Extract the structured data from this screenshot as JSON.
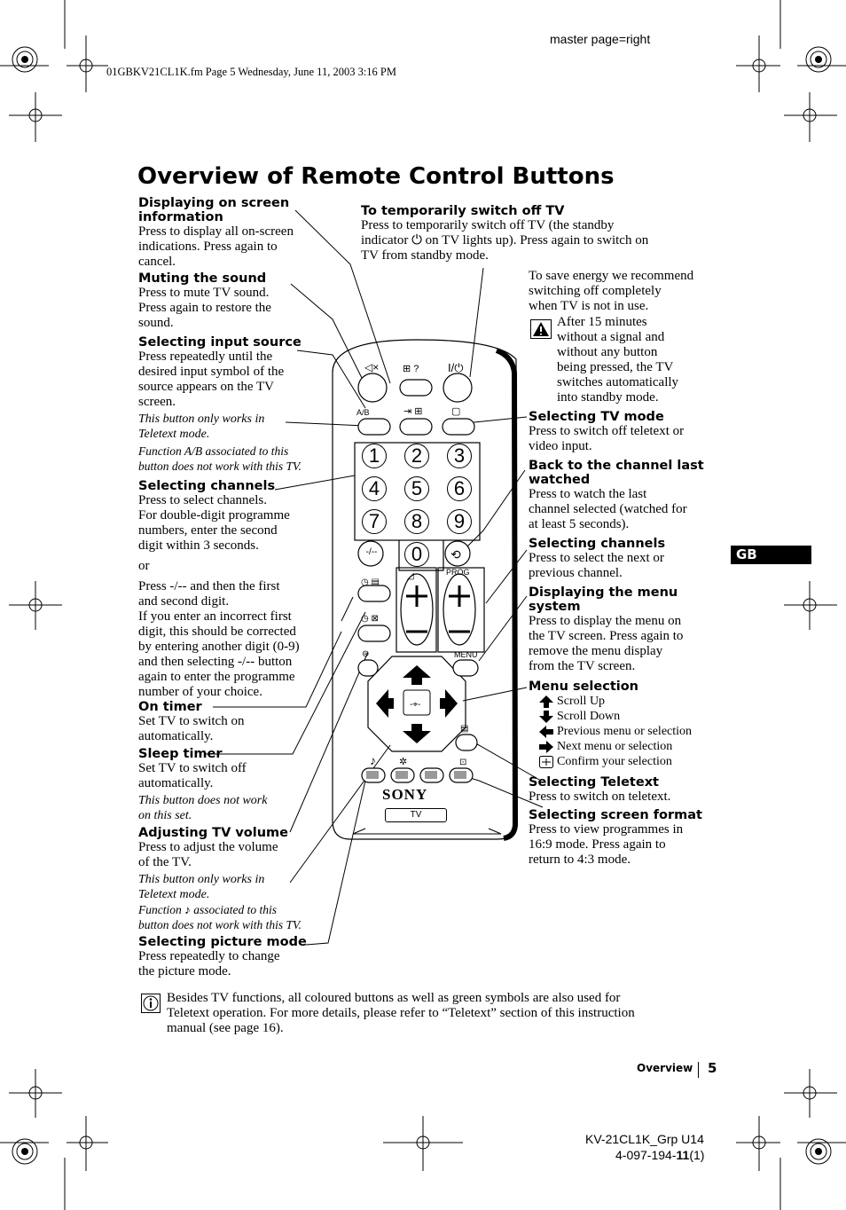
{
  "header": {
    "master_page": "master page=right",
    "file_info": "01GBKV21CL1K.fm  Page 5  Wednesday, June 11, 2003  3:16 PM"
  },
  "title": "Overview of Remote Control Buttons",
  "left_blocks": {
    "display_info": {
      "heading": [
        "Displaying on screen",
        "information"
      ],
      "body": [
        "Press to display all on-screen",
        "indications. Press again to",
        "cancel."
      ]
    },
    "mute": {
      "heading": [
        "Muting the sound"
      ],
      "body": [
        "Press to mute TV sound.",
        "Press again to restore the",
        "sound."
      ]
    },
    "input": {
      "heading": [
        "Selecting input source"
      ],
      "body": [
        "Press repeatedly until the",
        "desired input symbol of the",
        "source appears on the TV",
        "screen."
      ],
      "note1": [
        "This button only works in",
        "Teletext mode."
      ],
      "note2": [
        "Function A/B associated to this",
        "button does not work with this TV."
      ]
    },
    "channels": {
      "heading": [
        "Selecting channels"
      ],
      "body": [
        "Press to select channels.",
        "For double-digit programme",
        "numbers, enter the second",
        "digit within 3 seconds."
      ],
      "or": "or",
      "body2": [
        "Press -/-- and then the first",
        "and second digit.",
        "If you enter an incorrect first",
        "digit, this should be corrected",
        "by entering another digit (0-9)",
        "and then selecting -/-- button",
        "again to enter the programme",
        "number of your choice."
      ]
    },
    "on_timer": {
      "heading": [
        "On timer"
      ],
      "body": [
        "Set TV to switch on",
        "automatically."
      ]
    },
    "sleep_timer": {
      "heading": [
        "Sleep timer"
      ],
      "body": [
        "Set TV to switch off",
        "automatically."
      ],
      "note": [
        "This button does not work",
        "on this set."
      ]
    },
    "volume": {
      "heading": [
        "Adjusting TV volume"
      ],
      "body": [
        "Press to adjust the volume",
        "of the TV."
      ],
      "note1": [
        "This button only works in",
        "Teletext mode."
      ],
      "note2": [
        "Function ♪ associated to this",
        "button does not work with this TV."
      ]
    },
    "picture": {
      "heading": [
        "Selecting picture mode"
      ],
      "body": [
        "Press repeatedly to change",
        "the picture mode."
      ]
    }
  },
  "right_blocks": {
    "standby": {
      "heading": [
        "To temporarily switch off TV"
      ],
      "body": [
        "Press to temporarily switch off TV (the standby",
        "indicator ⏻ on TV lights up). Press again to switch on",
        "TV from standby mode."
      ]
    },
    "energy": {
      "body": [
        "To save energy we recommend",
        "switching off completely",
        "when TV is not in use."
      ],
      "warning": [
        "After 15 minutes",
        "without a signal and",
        "without any button",
        "being pressed, the TV",
        "switches automatically",
        "into standby mode."
      ]
    },
    "tv_mode": {
      "heading": [
        "Selecting TV mode"
      ],
      "body": [
        "Press to switch off teletext or",
        "video input."
      ]
    },
    "last_channel": {
      "heading": [
        "Back to the channel last",
        "watched"
      ],
      "body": [
        "Press to watch the last",
        "channel selected (watched for",
        "at least 5 seconds)."
      ]
    },
    "prog": {
      "heading": [
        "Selecting channels"
      ],
      "body": [
        "Press to select the next or",
        "previous channel."
      ]
    },
    "menu": {
      "heading": [
        "Displaying the menu",
        "system"
      ],
      "body": [
        "Press to display the menu on",
        "the TV screen. Press again to",
        "remove the menu display",
        "from the TV screen."
      ]
    },
    "menu_sel": {
      "heading": [
        "Menu selection"
      ],
      "items": [
        "Scroll Up",
        "Scroll Down",
        "Previous menu or selection",
        "Next menu or selection",
        "Confirm your selection"
      ]
    },
    "teletext": {
      "heading": [
        "Selecting Teletext"
      ],
      "body": [
        "Press to switch on teletext."
      ]
    },
    "format": {
      "heading": [
        "Selecting screen format"
      ],
      "body": [
        "Press to view programmes in",
        "16:9 mode. Press again to",
        "return to 4:3 mode."
      ]
    }
  },
  "gb_tab": "GB",
  "info_note": [
    "Besides TV functions, all coloured buttons as well as green symbols are also used for",
    "Teletext operation. For more details, please refer to “Teletext” section of this instruction",
    "manual (see page 16)."
  ],
  "remote": {
    "digits": [
      "1",
      "2",
      "3",
      "4",
      "5",
      "6",
      "7",
      "8",
      "9",
      "0"
    ],
    "dash_label": "-/--",
    "ab_label": "A/B",
    "prog_label": "PROG",
    "menu_label": "MENU",
    "brand": "SONY",
    "tv_label": "TV"
  },
  "footer": {
    "section": "Overview",
    "page": "5",
    "model": "KV-21CL1K_Grp U14",
    "code_prefix": "4-097-194-",
    "code_bold": "11",
    "code_suffix": "(1)"
  }
}
